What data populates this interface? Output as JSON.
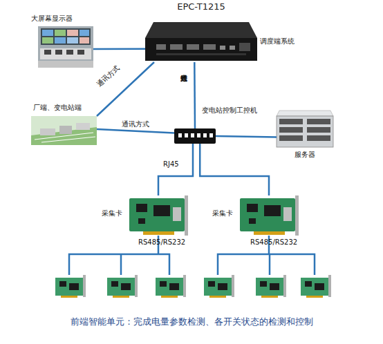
{
  "diagram": {
    "caption": "前端智能单元：完成电量参数检测、各开关状态的检测和控制",
    "nodes": [
      {
        "text": [
          "EPC-T1215",
          "调度端系统"
        ]
      },
      {
        "text": [
          "大屏幕显示器"
        ]
      },
      {
        "text": [
          "厂端、变电站端"
        ]
      },
      {
        "text": [
          "变电站控制工控机"
        ]
      },
      {
        "text": [
          "服务器"
        ]
      },
      {
        "text": [
          "采集卡"
        ]
      },
      {
        "text": [
          "采集卡"
        ]
      }
    ],
    "edges": [
      {
        "from": 1,
        "to": 0,
        "arrow": "none"
      },
      {
        "from": 2,
        "to": 0,
        "label": "通讯方式",
        "arrow": "none"
      },
      {
        "from": 0,
        "to": 3,
        "label": "光纤等通信方式",
        "arrow": "none"
      },
      {
        "from": 2,
        "to": 3,
        "label": "通讯方式",
        "arrow": "none"
      },
      {
        "from": 3,
        "to": 4,
        "arrow": "none"
      },
      {
        "from": 3,
        "to": 5,
        "label": "RJ45",
        "arrow": "none"
      },
      {
        "from": 3,
        "to": 6,
        "arrow": "none"
      }
    ],
    "labels": [
      "RS485/RS232",
      "RS485/RS232"
    ]
  }
}
